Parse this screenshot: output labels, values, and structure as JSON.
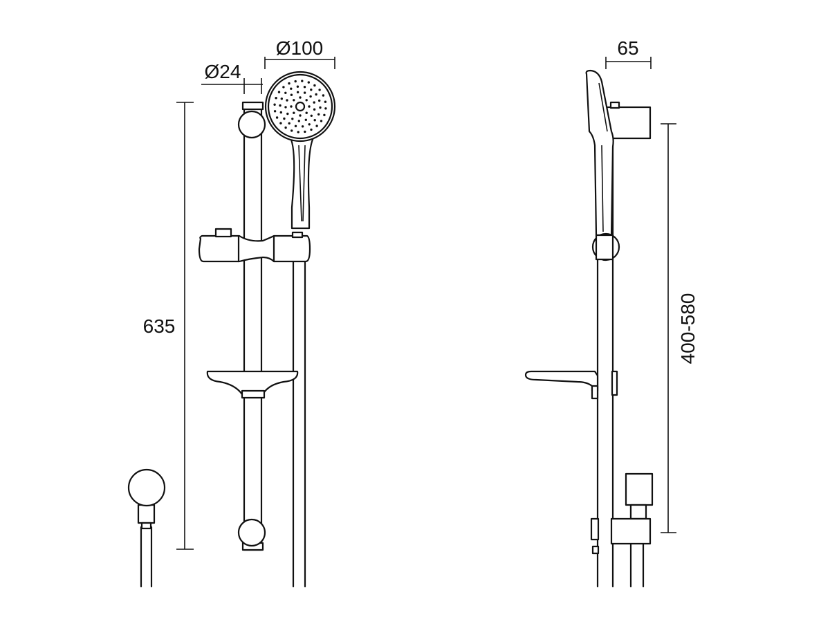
{
  "dimensions": {
    "head_diameter": "Ø100",
    "rail_diameter": "Ø24",
    "rail_length": "635",
    "head_projection": "65",
    "bracket_adjust_range": "400-580"
  }
}
